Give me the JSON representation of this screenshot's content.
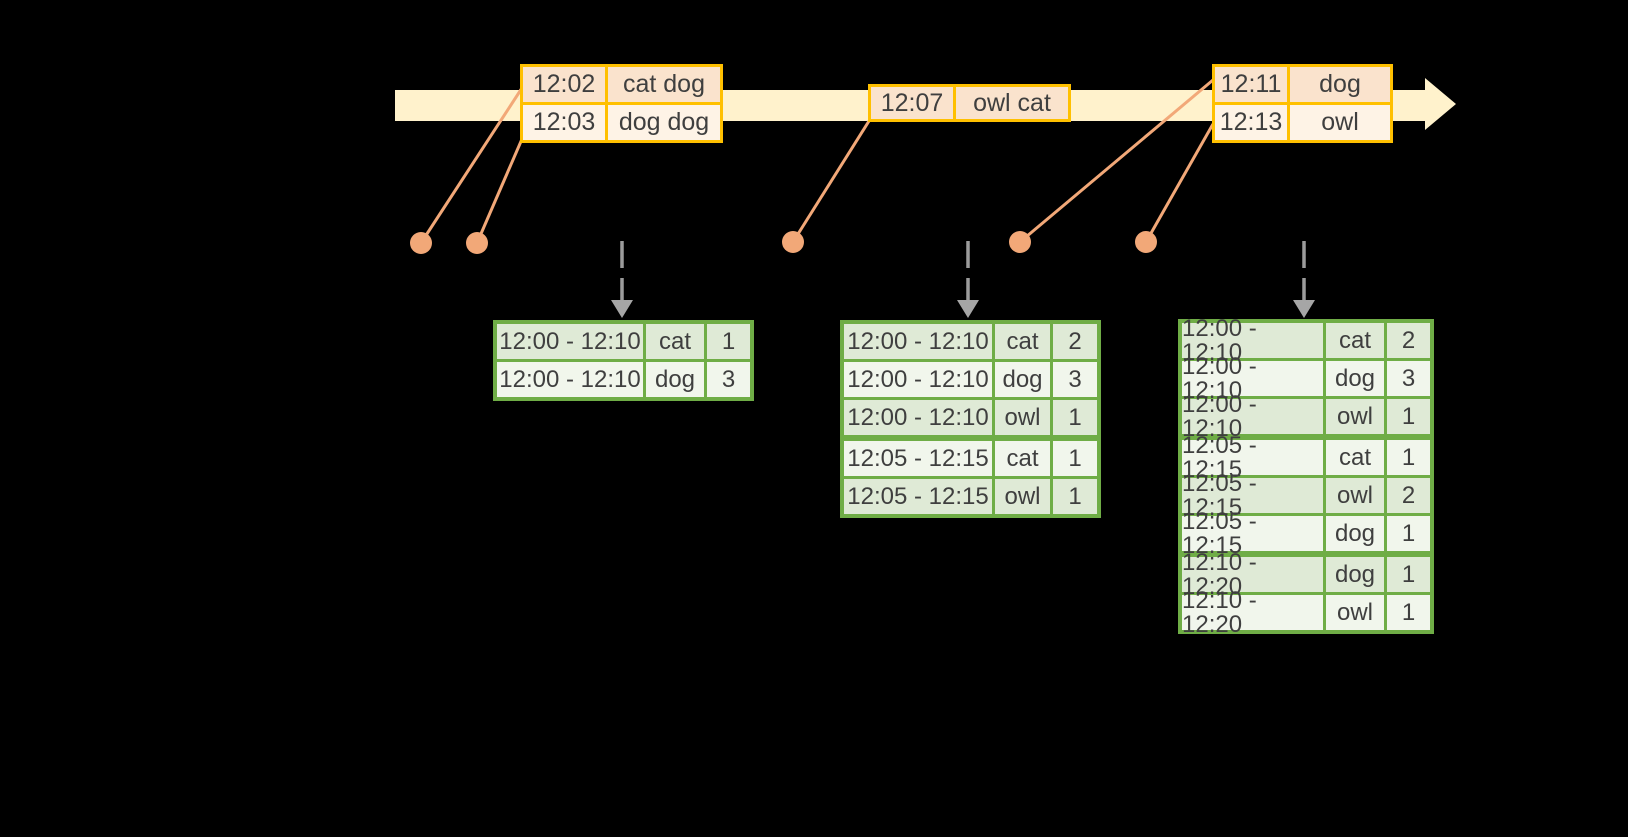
{
  "diagram": {
    "description": "Windowed grouped aggregation over an event-time stream",
    "colors": {
      "background": "#000000",
      "timeline_fill": "#FFF2CC",
      "event_table_border": "#FFC000",
      "event_row_dark": "#FAE3CD",
      "event_row_light": "#FEF3E6",
      "connector": "#F2A878",
      "result_table_border": "#6FAD46",
      "result_row_dark": "#DFEAD6",
      "result_row_light": "#F1F6EC",
      "dashed_arrow": "#9C9C9C",
      "text": "#3F3F3F"
    }
  },
  "event_tables": [
    {
      "rows": [
        {
          "time": "12:02",
          "words": "cat dog"
        },
        {
          "time": "12:03",
          "words": "dog dog"
        }
      ]
    },
    {
      "rows": [
        {
          "time": "12:07",
          "words": "owl cat"
        }
      ]
    },
    {
      "rows": [
        {
          "time": "12:11",
          "words": "dog"
        },
        {
          "time": "12:13",
          "words": "owl"
        }
      ]
    }
  ],
  "result_tables": [
    {
      "rows": [
        {
          "window": "12:00 - 12:10",
          "word": "cat",
          "count": "1"
        },
        {
          "window": "12:00 - 12:10",
          "word": "dog",
          "count": "3"
        }
      ]
    },
    {
      "rows": [
        {
          "window": "12:00 - 12:10",
          "word": "cat",
          "count": "2"
        },
        {
          "window": "12:00 - 12:10",
          "word": "dog",
          "count": "3"
        },
        {
          "window": "12:00 - 12:10",
          "word": "owl",
          "count": "1"
        },
        {
          "window": "12:05 - 12:15",
          "word": "cat",
          "count": "1"
        },
        {
          "window": "12:05 - 12:15",
          "word": "owl",
          "count": "1"
        }
      ]
    },
    {
      "rows": [
        {
          "window": "12:00 - 12:10",
          "word": "cat",
          "count": "2"
        },
        {
          "window": "12:00 - 12:10",
          "word": "dog",
          "count": "3"
        },
        {
          "window": "12:00 - 12:10",
          "word": "owl",
          "count": "1"
        },
        {
          "window": "12:05 - 12:15",
          "word": "cat",
          "count": "1"
        },
        {
          "window": "12:05 - 12:15",
          "word": "owl",
          "count": "2"
        },
        {
          "window": "12:05 - 12:15",
          "word": "dog",
          "count": "1"
        },
        {
          "window": "12:10 - 12:20",
          "word": "dog",
          "count": "1"
        },
        {
          "window": "12:10 - 12:20",
          "word": "owl",
          "count": "1"
        }
      ]
    }
  ]
}
